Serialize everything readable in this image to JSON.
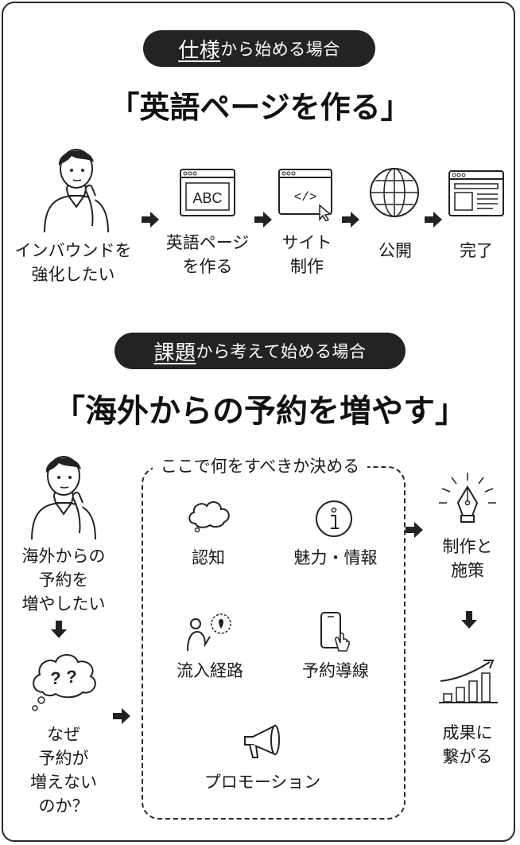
{
  "section1": {
    "pill_accent": "仕様",
    "pill_rest": "から始める場合",
    "heading": "「英語ページを作る」",
    "person_label": [
      "インバウンドを",
      "強化したい"
    ],
    "steps": [
      {
        "icon": "abc-browser-icon",
        "label": [
          "英語ページ",
          "を作る"
        ]
      },
      {
        "icon": "code-browser-icon",
        "label": [
          "サイト",
          "制作"
        ]
      },
      {
        "icon": "globe-icon",
        "label": [
          "公開"
        ]
      },
      {
        "icon": "webpage-layout-icon",
        "label": [
          "完了"
        ]
      }
    ]
  },
  "section2": {
    "pill_accent": "課題",
    "pill_rest": "から考えて始める場合",
    "heading": "「海外からの予約を増やす」",
    "person_label": [
      "海外からの",
      "予約を",
      "増やしたい"
    ],
    "question_label": [
      "なぜ",
      "予約が",
      "増えない",
      "のか？"
    ],
    "box_title": "ここで何をすべきか決める",
    "box_items": [
      {
        "icon": "cloud-icon",
        "label": "認知"
      },
      {
        "icon": "info-icon",
        "label": "魅力・情報"
      },
      {
        "icon": "map-person-icon",
        "label": "流入経路"
      },
      {
        "icon": "smartphone-tap-icon",
        "label": "予約導線"
      },
      {
        "icon": "megaphone-icon",
        "label": "プロモーション"
      }
    ],
    "result1": [
      "制作と",
      "施策"
    ],
    "result2": [
      "成果に",
      "繋がる"
    ]
  }
}
